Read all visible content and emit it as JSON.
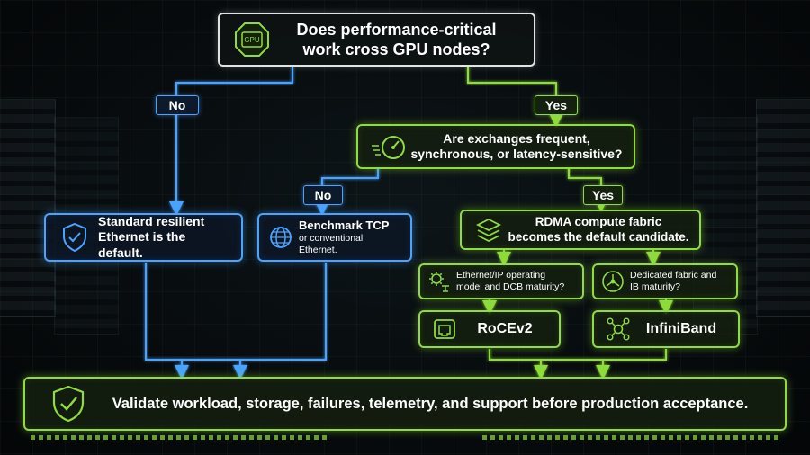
{
  "question_main": {
    "line1": "Does performance-critical",
    "line2": "work cross GPU nodes?",
    "icon_label": "GPU"
  },
  "branch_no": "No",
  "branch_yes": "Yes",
  "question_exchange": {
    "line1": "Are exchanges frequent,",
    "line2": "synchronous, or latency-sensitive?"
  },
  "branch_no_2": "No",
  "branch_yes_2": "Yes",
  "standard_ethernet": {
    "line1": "Standard resilient",
    "line2": "Ethernet is the default."
  },
  "benchmark_tcp": {
    "line1": "Benchmark TCP",
    "line2": "or conventional Ethernet."
  },
  "rdma_fabric": {
    "line1": "RDMA compute fabric",
    "line2": "becomes the default candidate."
  },
  "ethernet_maturity": {
    "line1": "Ethernet/IP operating",
    "line2": "model and DCB maturity?"
  },
  "ib_maturity": {
    "line1": "Dedicated fabric and",
    "line2": "IB maturity?"
  },
  "roce": "RoCEv2",
  "infiniband": "InfiniBand",
  "validation": "Validate workload, storage, failures, telemetry, and support before production acceptance.",
  "colors": {
    "green": "#8fdc3c",
    "blue": "#4aa3ff",
    "white": "#dfe5e4",
    "background": "#070b0d"
  },
  "icons": {
    "main": "gpu-chip-icon",
    "exchange": "speedometer-icon",
    "standard": "shield-icon",
    "benchmark": "globe-icon",
    "rdma": "layers-icon",
    "ethernet": "gear-network-icon",
    "ib": "fabric-node-icon",
    "roce": "network-port-icon",
    "infiniband": "hub-icon",
    "validation": "shield-check-icon"
  }
}
